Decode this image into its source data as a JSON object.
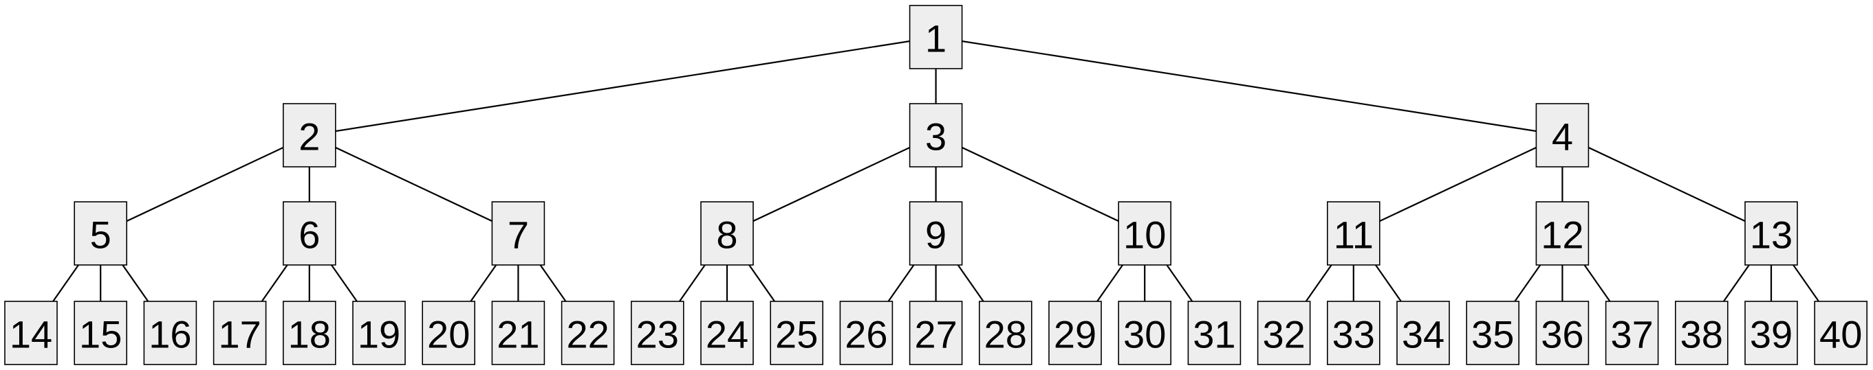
{
  "colors": {
    "node_fill": "#eeeeee",
    "node_stroke": "#000000",
    "edge_stroke": "#000000",
    "background": "#ffffff"
  },
  "tree": {
    "nodes": [
      {
        "id": "n1",
        "label": "1",
        "children": [
          "n2",
          "n3",
          "n4"
        ]
      },
      {
        "id": "n2",
        "label": "2",
        "children": [
          "n5",
          "n6",
          "n7"
        ]
      },
      {
        "id": "n3",
        "label": "3",
        "children": [
          "n8",
          "n9",
          "n10"
        ]
      },
      {
        "id": "n4",
        "label": "4",
        "children": [
          "n11",
          "n12",
          "n13"
        ]
      },
      {
        "id": "n5",
        "label": "5",
        "children": [
          "n14",
          "n15",
          "n16"
        ]
      },
      {
        "id": "n6",
        "label": "6",
        "children": [
          "n17",
          "n18",
          "n19"
        ]
      },
      {
        "id": "n7",
        "label": "7",
        "children": [
          "n20",
          "n21",
          "n22"
        ]
      },
      {
        "id": "n8",
        "label": "8",
        "children": [
          "n23",
          "n24",
          "n25"
        ]
      },
      {
        "id": "n9",
        "label": "9",
        "children": [
          "n26",
          "n27",
          "n28"
        ]
      },
      {
        "id": "n10",
        "label": "10",
        "children": [
          "n29",
          "n30",
          "n31"
        ]
      },
      {
        "id": "n11",
        "label": "11",
        "children": [
          "n32",
          "n33",
          "n34"
        ]
      },
      {
        "id": "n12",
        "label": "12",
        "children": [
          "n35",
          "n36",
          "n37"
        ]
      },
      {
        "id": "n13",
        "label": "13",
        "children": [
          "n38",
          "n39",
          "n40"
        ]
      },
      {
        "id": "n14",
        "label": "14",
        "children": []
      },
      {
        "id": "n15",
        "label": "15",
        "children": []
      },
      {
        "id": "n16",
        "label": "16",
        "children": []
      },
      {
        "id": "n17",
        "label": "17",
        "children": []
      },
      {
        "id": "n18",
        "label": "18",
        "children": []
      },
      {
        "id": "n19",
        "label": "19",
        "children": []
      },
      {
        "id": "n20",
        "label": "20",
        "children": []
      },
      {
        "id": "n21",
        "label": "21",
        "children": []
      },
      {
        "id": "n22",
        "label": "22",
        "children": []
      },
      {
        "id": "n23",
        "label": "23",
        "children": []
      },
      {
        "id": "n24",
        "label": "24",
        "children": []
      },
      {
        "id": "n25",
        "label": "25",
        "children": []
      },
      {
        "id": "n26",
        "label": "26",
        "children": []
      },
      {
        "id": "n27",
        "label": "27",
        "children": []
      },
      {
        "id": "n28",
        "label": "28",
        "children": []
      },
      {
        "id": "n29",
        "label": "29",
        "children": []
      },
      {
        "id": "n30",
        "label": "30",
        "children": []
      },
      {
        "id": "n31",
        "label": "31",
        "children": []
      },
      {
        "id": "n32",
        "label": "32",
        "children": []
      },
      {
        "id": "n33",
        "label": "33",
        "children": []
      },
      {
        "id": "n34",
        "label": "34",
        "children": []
      },
      {
        "id": "n35",
        "label": "35",
        "children": []
      },
      {
        "id": "n36",
        "label": "36",
        "children": []
      },
      {
        "id": "n37",
        "label": "37",
        "children": []
      },
      {
        "id": "n38",
        "label": "38",
        "children": []
      },
      {
        "id": "n39",
        "label": "39",
        "children": []
      },
      {
        "id": "n40",
        "label": "40",
        "children": []
      }
    ]
  }
}
